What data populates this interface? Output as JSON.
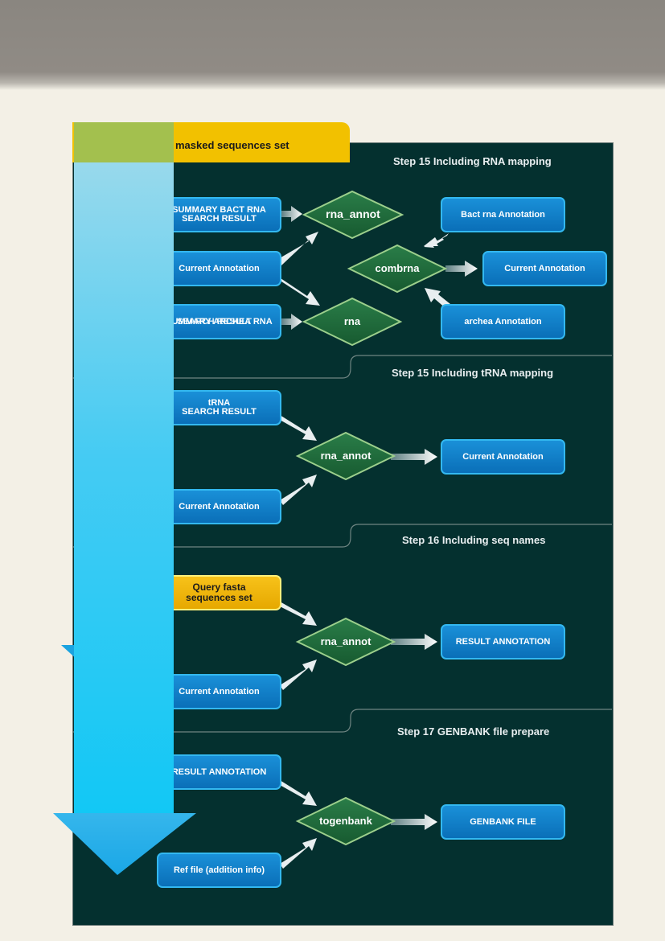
{
  "tab_label": "masked sequences set",
  "steps": {
    "rna": "Step 15  Including RNA mapping",
    "trna": "Step 15  Including tRNA mapping",
    "seqnames": "Step 16  Including seq names",
    "genbank": "Step 17  GENBANK file prepare"
  },
  "boxes": {
    "bact_summary_1": "SUMMARY BACT RNA",
    "bact_summary_2": "SEARCH RESULT",
    "current1": "Current Annotation",
    "archea_summary": "SUMMARY ARCHEA RNA",
    "archea_summary_overlap": "SEARCH RESULT",
    "bact_rna_annot": "Bact rna Annotation",
    "current_out1": "Current Annotation",
    "archea_annot": "archea Annotation",
    "trna_1": "tRNA",
    "trna_2": "SEARCH RESULT",
    "current2": "Current Annotation",
    "current_out2": "Current Annotation",
    "query_1": "Query fasta",
    "query_2": "sequences set",
    "current3": "Current Annotation",
    "result_out": "RESULT ANNOTATION",
    "result_in": "RESULT ANNOTATION",
    "ref_file": "Ref file (addition info)",
    "genbank_out": "GENBANK FILE"
  },
  "diamonds": {
    "rna_annot_1": "rna_annot",
    "rna": "rna",
    "combrna": "combrna",
    "rna_annot_2": "rna_annot",
    "rna_annot_3": "rna_annot",
    "togenbank": "togenbank"
  },
  "colors": {
    "panel": "#04302f",
    "box": "#0a7ac4",
    "box_border": "#33b8f0",
    "diamond": "#1f6a3a",
    "diamond_border": "#9ccf8c",
    "accent_yellow": "#f2c100",
    "flow_arrow": "#12c8f5"
  }
}
